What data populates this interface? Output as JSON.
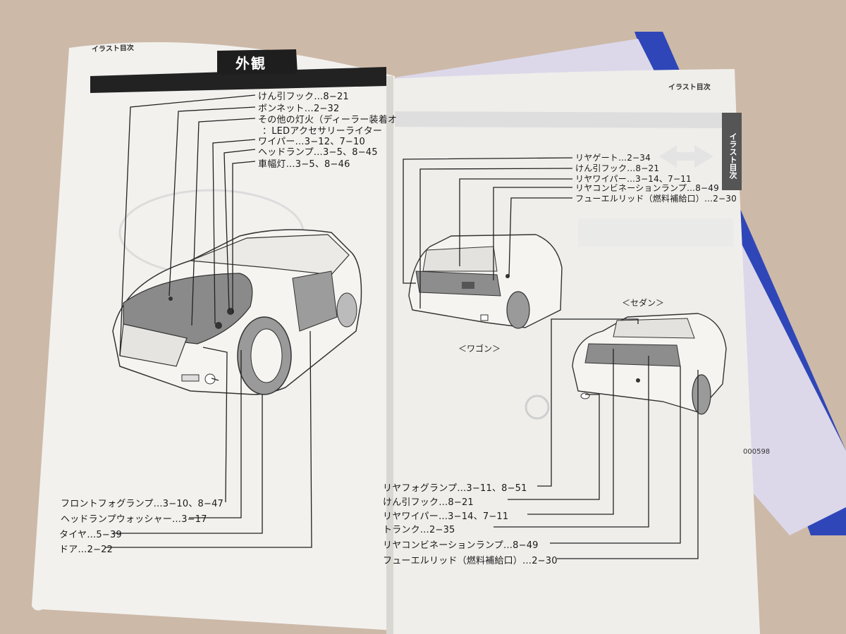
{
  "left_page": {
    "header": "イラスト目次",
    "title": "外観",
    "front_labels": [
      "けん引フック…8−21",
      "ボンネット…2−32",
      "その他の灯火（ディーラー装着オ",
      "：LEDアクセサリーライター",
      "ワイパー…3−12、7−10",
      "ヘッドランプ…3−5、8−45",
      "車幅灯…3−5、8−46"
    ],
    "bottom_labels": [
      "フロントフォグランプ…3−10、8−47",
      "ヘッドランプウォッシャー…3−17",
      "タイヤ…5−39",
      "ドア…2−22"
    ]
  },
  "right_page": {
    "header": "イラスト目次",
    "side_tab": "イラスト目次",
    "wagon_labels": [
      "リヤゲート…2−34",
      "けん引フック…8−21",
      "リヤワイパー…3−14、7−11",
      "リヤコンビネーションランプ…8−49",
      "フューエルリッド（燃料補給口）…2−30"
    ],
    "wagon_caption": "＜ワゴン＞",
    "sedan_caption": "＜セダン＞",
    "doc_number": "000598",
    "sedan_labels": [
      "リヤフォグランプ…3−11、8−51",
      "けん引フック…8−21",
      "リヤワイパー…3−14、7−11",
      "トランク…2−35",
      "リヤコンビネーションランプ…8−49",
      "フューエルリッド（燃料補給口）…2−30"
    ]
  },
  "colors": {
    "table": "#cdb9a8",
    "paper": "#f2f1ee",
    "title_bar": "#222222",
    "blue_book": "#2f46b8",
    "car_fill": "#f5f4f1",
    "hood_fill": "#8a8a8a"
  }
}
